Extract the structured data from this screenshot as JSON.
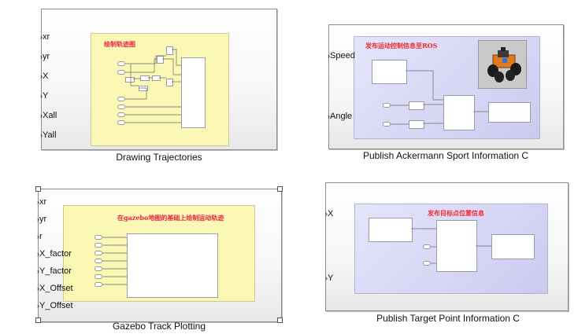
{
  "blocks": {
    "drawing": {
      "caption": "Drawing Trajectories",
      "inner_title": "绘制轨迹图",
      "ports": [
        "xr",
        "yr",
        "X",
        "Y",
        "Xall",
        "Yall"
      ]
    },
    "ackermann": {
      "caption": "Publish Ackermann Sport Information C",
      "inner_title": "发布运动控制信息至ROS",
      "ports": [
        "Speed",
        "Angle"
      ]
    },
    "gazebo": {
      "caption": "Gazebo Track Plotting",
      "inner_title": "在gazebo地图的基础上绘制运动轨迹",
      "ports": [
        "xr",
        "yr",
        "r",
        "X_factor",
        "Y_factor",
        "X_Offset",
        "Y_Offset"
      ]
    },
    "target": {
      "caption": "Publish Target Point Information C",
      "inner_title": "发布目标点位置信息",
      "ports": [
        "X",
        "Y"
      ]
    }
  },
  "colors": {
    "yellow_area": "#fbf7b5",
    "blue_area": "#d8d8f6",
    "title_red": "#e6303a"
  },
  "icons": {
    "port_arrow": "port-arrow-icon",
    "robot": "robot-car-icon"
  }
}
